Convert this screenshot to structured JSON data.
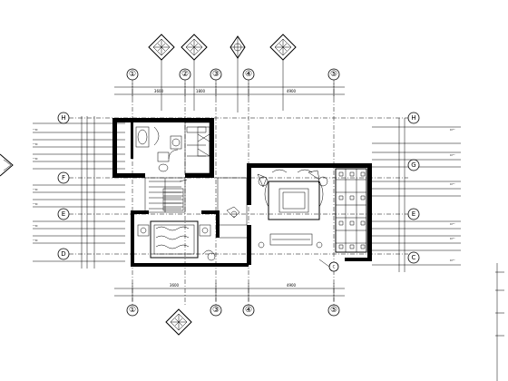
{
  "vertical_axes": [
    {
      "label": "①",
      "name": "axis-1"
    },
    {
      "label": "②",
      "name": "axis-2"
    },
    {
      "label": "③",
      "name": "axis-3"
    },
    {
      "label": "④",
      "name": "axis-4"
    },
    {
      "label": "⑤",
      "name": "axis-5"
    }
  ],
  "horizontal_axes_left": [
    {
      "label": "H",
      "name": "axis-H"
    },
    {
      "label": "F",
      "name": "axis-F"
    },
    {
      "label": "E",
      "name": "axis-E"
    },
    {
      "label": "D",
      "name": "axis-D"
    }
  ],
  "horizontal_axes_right": [
    {
      "label": "H",
      "name": "axis-H-right"
    },
    {
      "label": "G",
      "name": "axis-G-right"
    },
    {
      "label": "E",
      "name": "axis-E-right"
    },
    {
      "label": "C",
      "name": "axis-C-right"
    }
  ],
  "small_marks": {
    "c_tag": "C",
    "dim_labels_top": [
      "3600",
      "1800",
      "4900"
    ],
    "dim_labels_bottom": [
      "3600",
      "4900"
    ]
  }
}
